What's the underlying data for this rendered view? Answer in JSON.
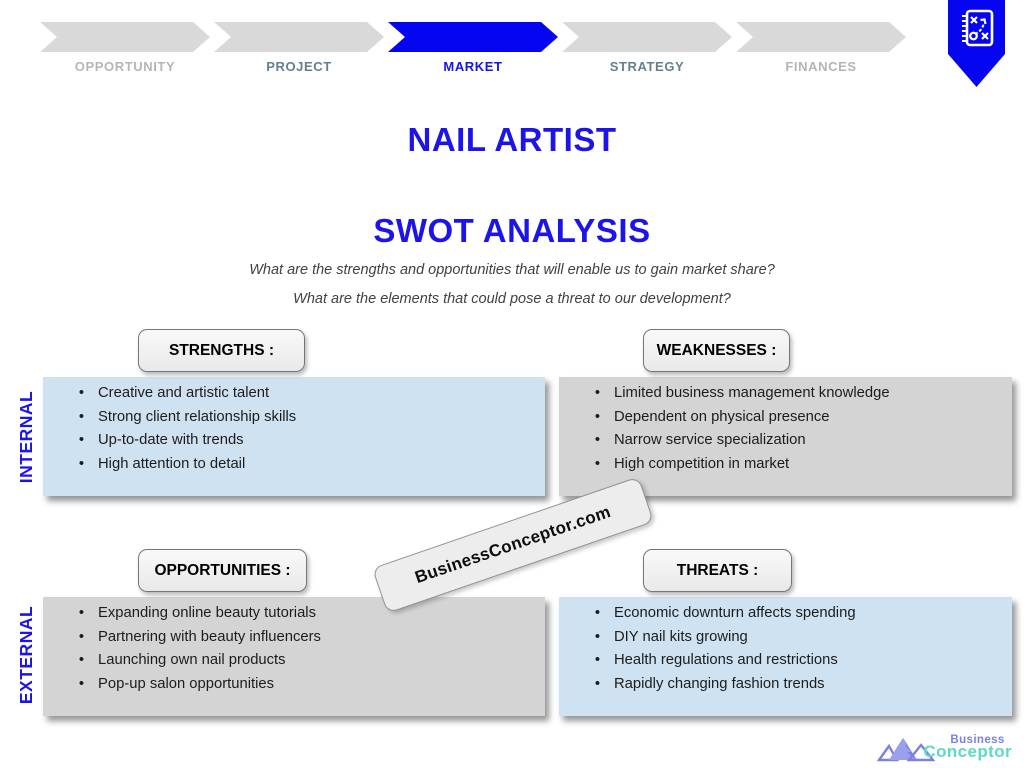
{
  "progress_nav": {
    "steps": [
      {
        "label": "OPPORTUNITY",
        "state": "light"
      },
      {
        "label": "PROJECT",
        "state": "dark"
      },
      {
        "label": "MARKET",
        "state": "active"
      },
      {
        "label": "STRATEGY",
        "state": "dark"
      },
      {
        "label": "FINANCES",
        "state": "light"
      }
    ]
  },
  "badge": {
    "icon": "strategy-tactics-playbook-icon"
  },
  "header": {
    "title": "NAIL ARTIST",
    "subtitle": "SWOT ANALYSIS",
    "question1": "What are the strengths and opportunities that will enable us to gain market share?",
    "question2": "What are the elements that could pose a threat to our development?"
  },
  "axis_labels": {
    "internal": "INTERNAL",
    "external": "EXTERNAL"
  },
  "quadrants": [
    {
      "id": "strengths",
      "label": "STRENGTHS :",
      "style": "blue",
      "items": [
        "Creative and artistic talent",
        "Strong client relationship skills",
        "Up-to-date with trends",
        "High attention to detail"
      ]
    },
    {
      "id": "weaknesses",
      "label": "WEAKNESSES :",
      "style": "gray",
      "items": [
        "Limited business management knowledge",
        "Dependent on physical presence",
        "Narrow service specialization",
        "High competition in market"
      ]
    },
    {
      "id": "opportunities",
      "label": "OPPORTUNITIES :",
      "style": "gray",
      "items": [
        "Expanding online beauty tutorials",
        "Partnering with beauty influencers",
        "Launching own nail products",
        "Pop-up salon opportunities"
      ]
    },
    {
      "id": "threats",
      "label": "THREATS :",
      "style": "blue",
      "items": [
        "Economic downturn affects spending",
        "DIY nail kits growing",
        "Health regulations and restrictions",
        "Rapidly changing fashion trends"
      ]
    }
  ],
  "watermark": {
    "text": "BusinessConceptor.com"
  },
  "logo": {
    "line1": "Business",
    "line2": "Conceptor"
  },
  "ui": {
    "bullet": "•"
  },
  "colors": {
    "accent_blue": "#0505f0",
    "title_blue": "#1d14ea",
    "panel_blue": "#cfe2f1",
    "panel_gray": "#d4d4d4",
    "inactive_light": "#b3b6b9",
    "inactive_dark": "#64808f",
    "logo_purple": "#7a81e4",
    "logo_teal": "#5ed9c5"
  }
}
